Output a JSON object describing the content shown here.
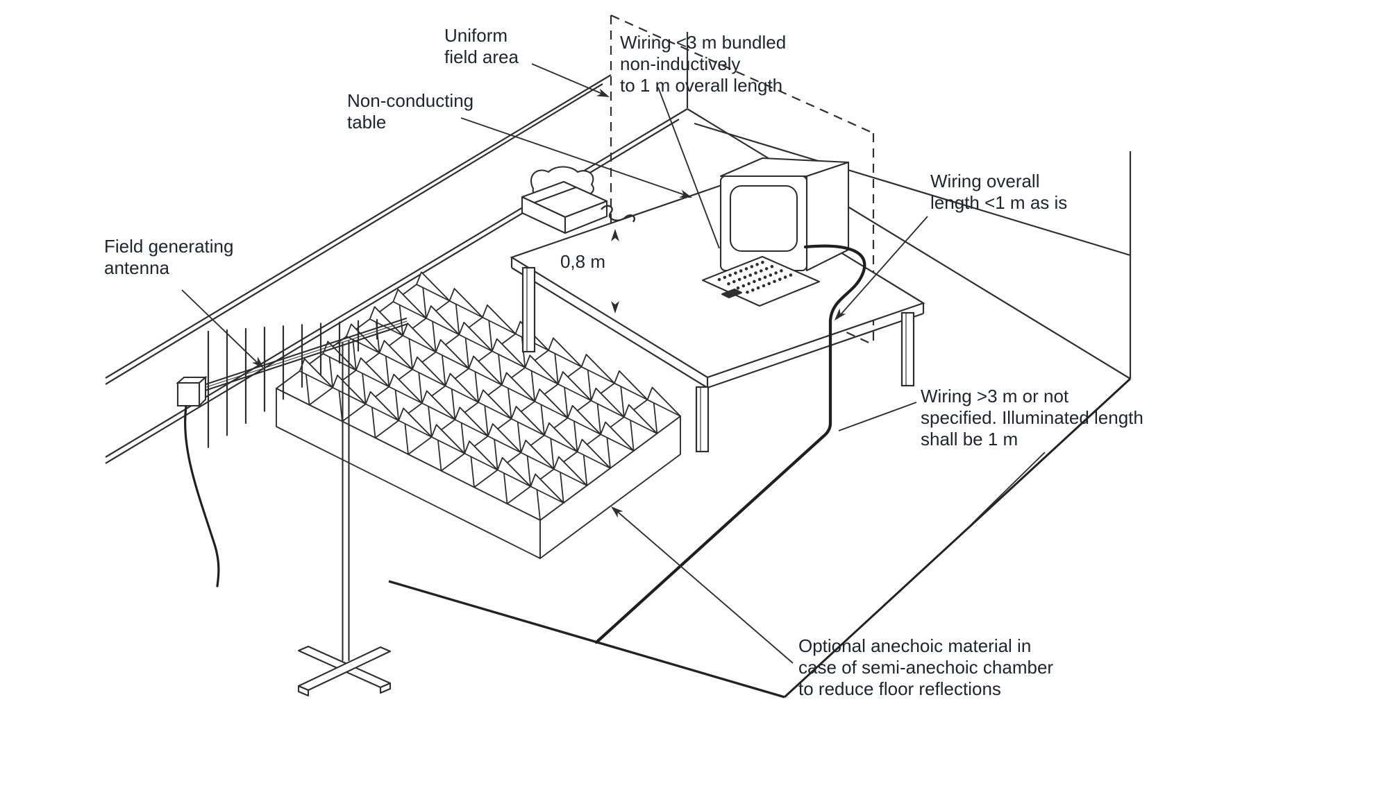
{
  "diagram": {
    "kind": "isometric line drawing of a radiated-immunity test setup in an anechoic chamber",
    "colors": {
      "ink": "#2e2e2e",
      "cable": "#1f1f1f",
      "text": "#20242e",
      "background": "#ffffff"
    },
    "labels": {
      "uniform_field": [
        "Uniform",
        "field area"
      ],
      "non_conducting_table": [
        "Non-conducting",
        "table"
      ],
      "wiring_bundled": [
        "Wiring <3 m bundled",
        "non-inductively",
        "to 1 m overall length"
      ],
      "wiring_overall": [
        "Wiring overall",
        "length <1 m as is"
      ],
      "wiring_long": [
        "Wiring >3 m or not",
        "specified. Illuminated length",
        "shall be 1 m"
      ],
      "field_antenna": [
        "Field generating",
        "antenna"
      ],
      "anechoic_note": [
        "Optional anechoic material in",
        "case of semi-anechoic chamber",
        "to reduce floor reflections"
      ],
      "height_dimension": "0,8 m"
    }
  }
}
